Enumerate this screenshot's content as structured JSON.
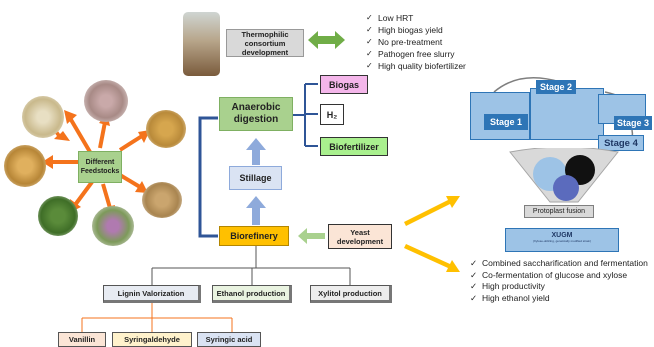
{
  "thermophilic": {
    "label": "Thermophilic consortium development",
    "benefits": [
      "Low HRT",
      "High biogas yield",
      "No pre-treatment",
      "Pathogen free slurry",
      "High quality biofertilizer"
    ]
  },
  "feedstocks": {
    "label": "Different Feedstocks"
  },
  "anaerobic": {
    "label": "Anaerobic digestion"
  },
  "outputs": {
    "biogas": "Biogas",
    "h2": "H₂",
    "biofertilizer": "Biofertilizer"
  },
  "stillage": {
    "label": "Stillage"
  },
  "biorefinery": {
    "label": "Biorefinery"
  },
  "yeast": {
    "label": "Yeast development"
  },
  "products": {
    "lignin": "Lignin Valorization",
    "ethanol": "Ethanol production",
    "xylitol": "Xylitol  production",
    "vanillin": "Vanillin",
    "syringaldehyde": "Syringaldehyde",
    "syringic": "Syringic acid"
  },
  "stages": {
    "stage1": "Stage 1",
    "stage2": "Stage 2",
    "stage3": "Stage 3",
    "stage4": "Stage 4",
    "protoplast": "Protoplast fusion",
    "xugm": "XUGM",
    "xugm_sub": "(Xylose-utilizing, genetically modified strain)"
  },
  "yeast_benefits": [
    "Combined saccharification and fermentation",
    "Co-fermentation of glucose and xylose",
    "High productivity",
    "High ethanol yield"
  ],
  "colors": {
    "green_box": "#a9d18e",
    "pink_box": "#f4b6ea",
    "yellow_box": "#ffc000",
    "peach_box": "#fbe5d6",
    "blue_box": "#dae3f3",
    "grey_box": "#d9d9d9",
    "navy_bracket": "#2f5597",
    "orange_arrow": "#f4731c",
    "gold_arrow": "#ffc000",
    "light_blue_arrow": "#8eaadb",
    "stage_blue": "#2e75b6"
  }
}
